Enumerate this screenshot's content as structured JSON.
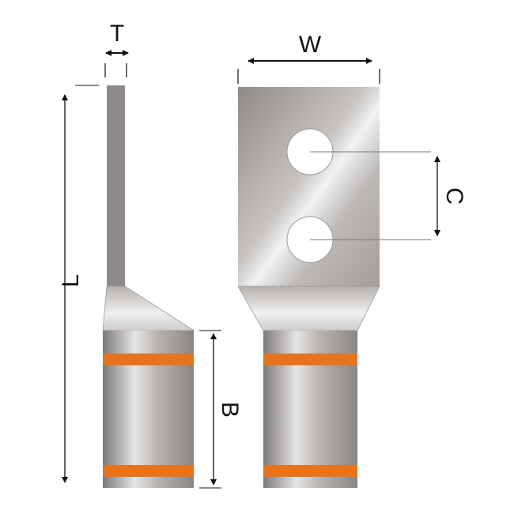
{
  "labels": {
    "thickness": "T",
    "width": "W",
    "length": "L",
    "barrel": "B",
    "hole_spacing": "C"
  },
  "colors": {
    "band": "#e8731f",
    "metal": "#b9b5b2",
    "line": "#222222"
  }
}
